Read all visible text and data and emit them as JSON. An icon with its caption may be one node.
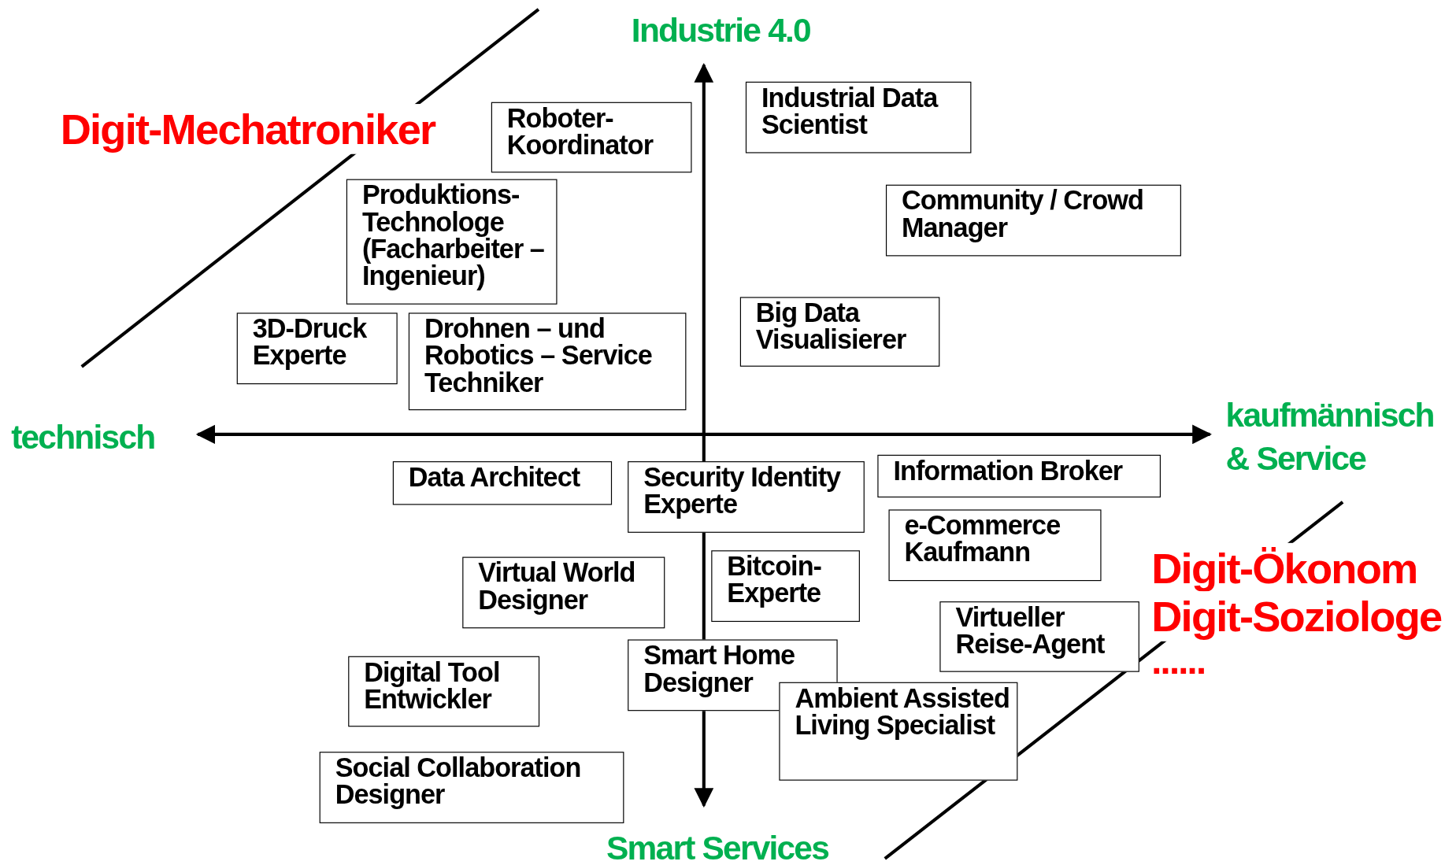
{
  "diagram": {
    "nodes": [
      {
        "text": [
          "Roboter- Koordinator"
        ]
      },
      {
        "text": [
          "Industrial Data Scientist"
        ]
      },
      {
        "text": [
          "Produktions- Technologe (Facharbeiter – Ingenieur)"
        ]
      },
      {
        "text": [
          "Community / Crowd Manager"
        ]
      },
      {
        "text": [
          "3D-Druck Experte"
        ]
      },
      {
        "text": [
          "Drohnen – und Robotics – Service Techniker"
        ]
      },
      {
        "text": [
          "Big Data Visualisierer"
        ]
      },
      {
        "text": [
          "Data Architect"
        ]
      },
      {
        "text": [
          "Security Identity Experte"
        ]
      },
      {
        "text": [
          "Information Broker"
        ]
      },
      {
        "text": [
          "e-Commerce Kaufmann"
        ]
      },
      {
        "text": [
          "Virtual World Designer"
        ]
      },
      {
        "text": [
          "Bitcoin- Experte"
        ]
      },
      {
        "text": [
          "Virtueller Reise-Agent"
        ]
      },
      {
        "text": [
          "Digital Tool Entwickler"
        ]
      },
      {
        "text": [
          "Smart Home Designer"
        ]
      },
      {
        "text": [
          "Ambient Assisted Living Specialist"
        ]
      },
      {
        "text": [
          "Social Collaboration Designer"
        ]
      }
    ],
    "labels": [
      "Industrie 4.0",
      "Digit-Mechatroniker",
      "technisch",
      "kaufmännisch & Service",
      "Digit-Ökonom",
      "Digit-Soziologe",
      "......",
      "Smart Services"
    ]
  }
}
